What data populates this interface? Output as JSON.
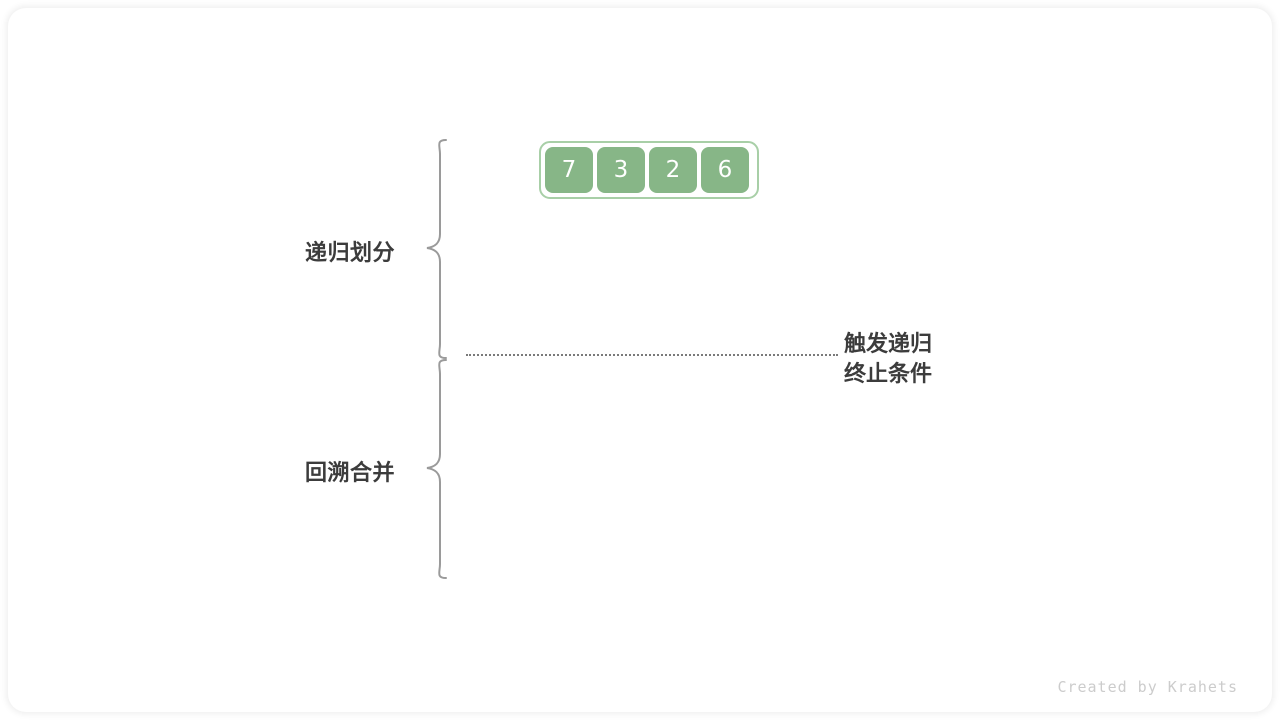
{
  "figure": {
    "background_color": "#ffffff",
    "card_color": "#ffffff"
  },
  "array": {
    "name": "input-array",
    "border_color": "#a8cfa7",
    "cell_color": "#87b687",
    "text_color": "#ffffff",
    "values": [
      "7",
      "3",
      "2",
      "6"
    ]
  },
  "sections": [
    {
      "id": "divide",
      "label": "递归划分",
      "brace": "left-curly-brace"
    },
    {
      "id": "merge",
      "label": "回溯合并",
      "brace": "left-curly-brace"
    }
  ],
  "divider": {
    "style": "dotted",
    "color": "#7a7a7a"
  },
  "annotation": {
    "line1": "触发递归",
    "line2": "终止条件",
    "color": "#3c3c3c"
  },
  "watermark": {
    "text": "Created by Krahets",
    "color": "#cccccc"
  }
}
